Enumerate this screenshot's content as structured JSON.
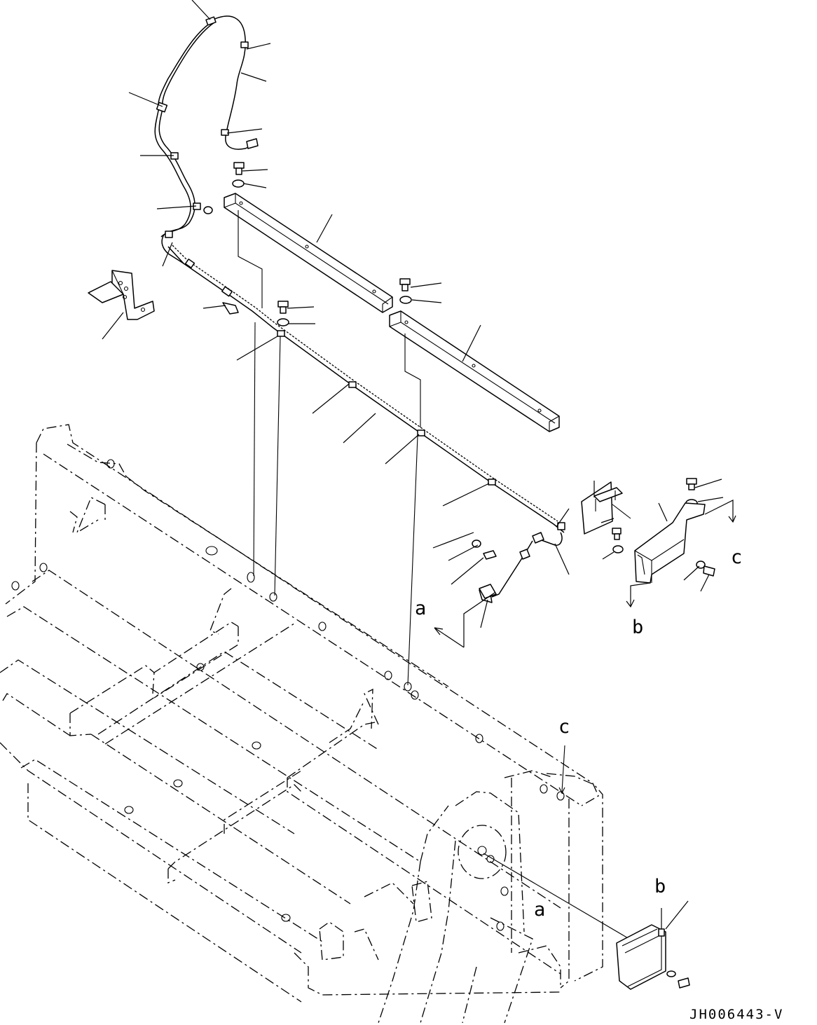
{
  "view_labels": {
    "a_upper": "a",
    "a_lower": "a",
    "b_upper": "b",
    "b_lower": "b",
    "c_upper": "c",
    "c_lower": "c"
  },
  "drawing_code": "JH006443-V"
}
